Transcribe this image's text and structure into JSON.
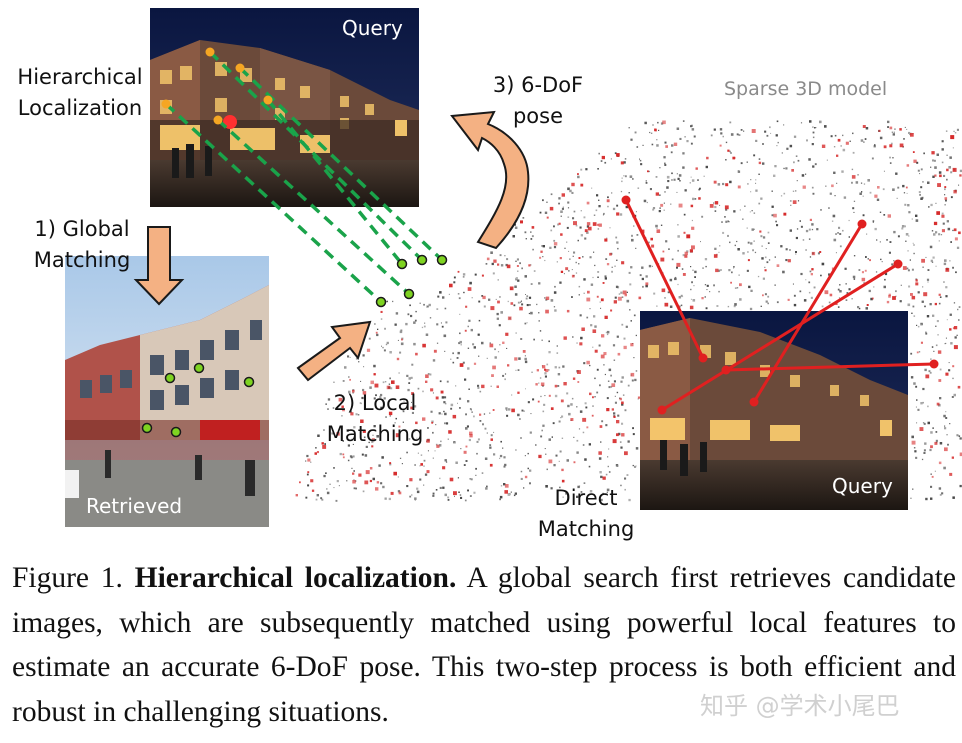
{
  "figure": {
    "labels": {
      "hierarchical_localization": "Hierarchical\nLocalization",
      "global_matching": "1) Global\nMatching",
      "local_matching": "2) Local\nMatching",
      "pose": "3) 6-DoF\npose",
      "direct_matching": "Direct\nMatching",
      "sparse_model": "Sparse 3D model",
      "query_top": "Query",
      "query_bottom": "Query",
      "retrieved": "Retrieved"
    },
    "colors": {
      "arrow_fill": "#f4b183",
      "arrow_stroke": "#1a1a1a",
      "local_match_line": "#1aa34a",
      "direct_match_line": "#e02020",
      "query_keypoint": "#f5a623",
      "retrieved_keypoint": "#7ed321",
      "model_point_red": "#d62a2a",
      "night_sky": "#0d1a3a"
    }
  },
  "caption": {
    "prefix": "Figure 1. ",
    "title": "Hierarchical localization.",
    "body": " A global search first retrieves candidate images, which are subsequently matched using powerful local features to estimate an accurate 6-DoF pose.  This two-step process is both efficient and robust in challenging situations."
  },
  "watermark": "知乎 @学术小尾巴"
}
